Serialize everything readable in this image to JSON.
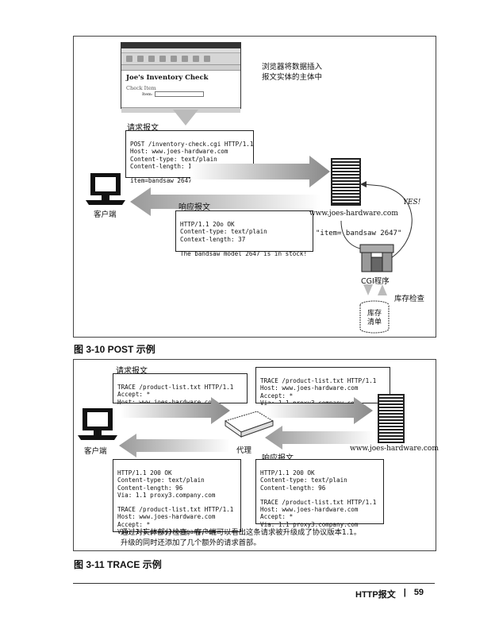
{
  "fig1": {
    "browser": {
      "page_title": "Joe's Inventory Check",
      "field_label": "Check Item",
      "item_label": "Item:"
    },
    "browser_note": [
      "浏览器将数据插入",
      "报文实体的主体中"
    ],
    "request_label": "请求报文",
    "request_lines": [
      "POST /inventory-check.cgi HTTP/1.1",
      "Host: www.joes-hardware.com",
      "Content-type: text/plain",
      "Content-length: 18",
      "",
      "item=bandsaw 2647"
    ],
    "response_label": "响应报文",
    "response_lines": [
      "HTTP/1.1 20o OK",
      "Content-type: text/plain",
      "Context-length: 37",
      "",
      "The bandsaw model 2647 is in stock!"
    ],
    "client_label": "客户端",
    "server_label": "www.joes-hardware.com",
    "yes_label": "YES!",
    "query_text": "\"item= bandsaw 2647\"",
    "cgi_label": "CGI程序",
    "inventory_check_label": "库存检查",
    "db_label": [
      "库存",
      "清单"
    ],
    "caption": "图 3-10   POST 示例"
  },
  "fig2": {
    "request_label": "请求报文",
    "req1_lines": [
      "TRACE /product-list.txt HTTP/1.1",
      "Accept: *",
      "Host: www.joes-hardware.com"
    ],
    "req2_lines": [
      "TRACE /product-list.txt HTTP/1.1",
      "Host: www.joes-hardware.com",
      "Accept: *",
      "Via: 1.1 proxy3.company.com"
    ],
    "client_label": "客户端",
    "proxy_label": "代理",
    "server_label": "www.joes-hardware.com",
    "response_label": "响应报文",
    "resp1_lines": [
      "HTTP/1.1 200 OK",
      "Content-type: text/plain",
      "Content-length: 96",
      "Via: 1.1 proxy3.company.com",
      "",
      "TRACE /product-list.txt HTTP/1.1",
      "Host: www.joes-hardware.com",
      "Accept: *",
      "Via: 1.1 proxy3.company.com"
    ],
    "resp2_lines": [
      "HTTP/1.1 200 OK",
      "Content-type: text/plain",
      "Content-length: 96",
      "",
      "TRACE /product-list.txt HTTP/1.1",
      "Host: www.joes-hardware.com",
      "Accept: *",
      "Via: 1.1 proxy3.company.com"
    ],
    "note": [
      "通过对实体部分检查，客户端可以看出这条请求被升级成了协议版本1.1。",
      "升级的同时还添加了几个额外的请求首部。"
    ],
    "caption": "图 3-11   TRACE 示例"
  },
  "footer": {
    "section": "HTTP报文",
    "separator": "|",
    "page_number": "59"
  }
}
